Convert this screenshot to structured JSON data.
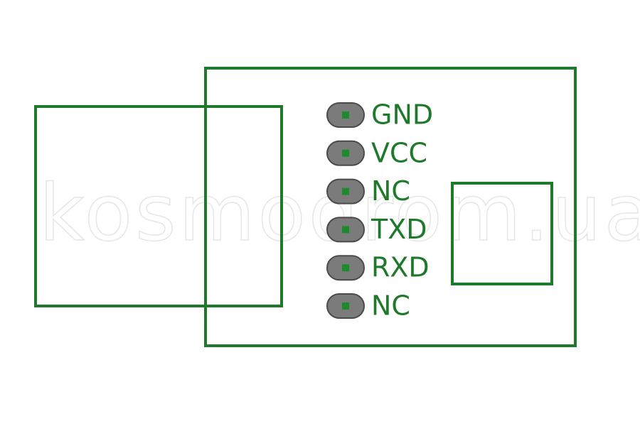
{
  "diagram": {
    "colors": {
      "outline": "#1e7a2a",
      "pad_fill": "#7b7b7b",
      "pad_center": "#1e8a2e",
      "background": "#ffffff"
    },
    "watermark": "kosmodrom.ua",
    "pins": [
      {
        "label": "GND"
      },
      {
        "label": "VCC"
      },
      {
        "label": "NC"
      },
      {
        "label": "TXD"
      },
      {
        "label": "RXD"
      },
      {
        "label": "NC"
      }
    ]
  }
}
